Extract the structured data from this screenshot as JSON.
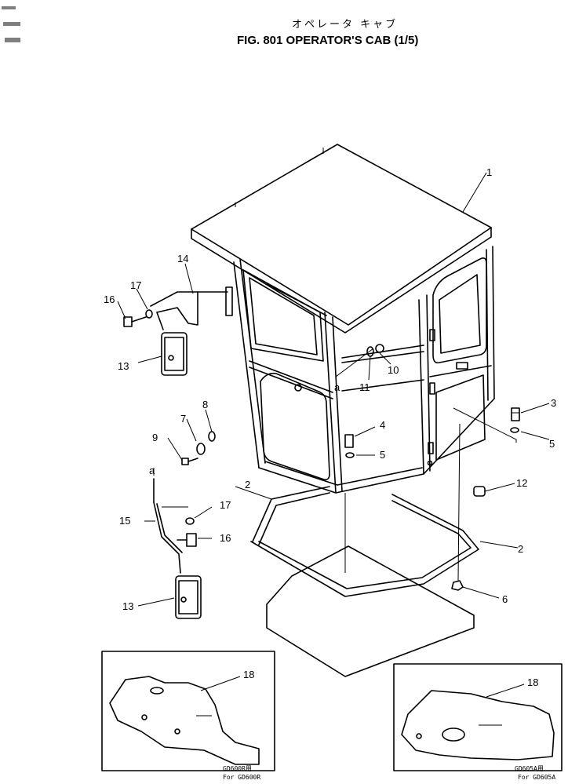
{
  "header": {
    "title_jp": "オペレータ キャブ",
    "title_en": "FIG. 801  OPERATOR'S CAB (1/5)"
  },
  "callouts": [
    "1",
    "2",
    "2",
    "3",
    "4",
    "5",
    "5",
    "6",
    "7",
    "8",
    "9",
    "10",
    "11",
    "12",
    "13",
    "13",
    "14",
    "15",
    "16",
    "16",
    "17",
    "17",
    "18",
    "18"
  ],
  "connector_label": "a",
  "insets": {
    "left": {
      "code": "GD600R用",
      "note": "For GD600R"
    },
    "right": {
      "code": "GD605A用",
      "note": "For GD605A"
    }
  }
}
